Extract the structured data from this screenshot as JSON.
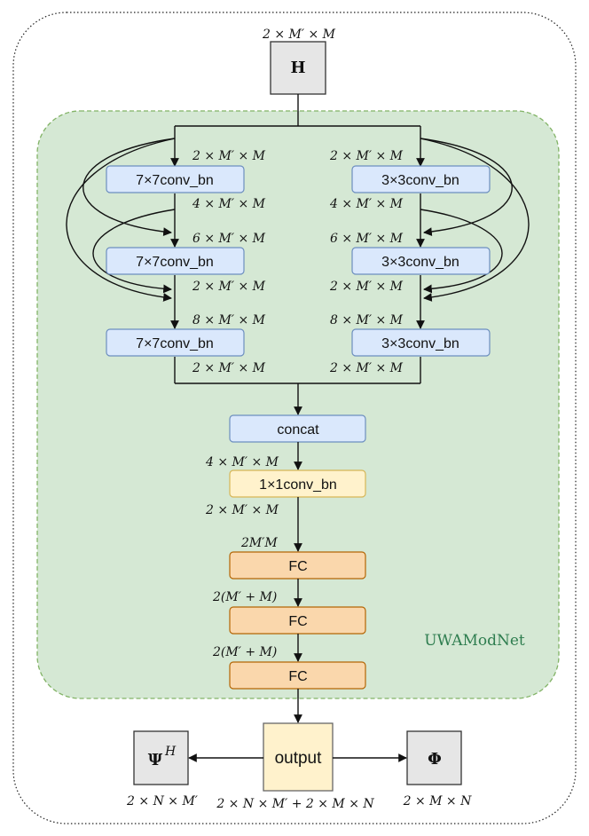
{
  "input": {
    "label": "H",
    "dim": "2 × M′ × M"
  },
  "network": {
    "label": "UWAModNet"
  },
  "left_branch": {
    "blocks": [
      "7×7conv_bn",
      "7×7conv_bn",
      "7×7conv_bn"
    ],
    "dims": [
      "2 × M′ × M",
      "4 × M′ × M",
      "6 × M′ × M",
      "2 × M′ × M",
      "8 × M′ × M",
      "2 × M′ × M"
    ]
  },
  "right_branch": {
    "blocks": [
      "3×3conv_bn",
      "3×3conv_bn",
      "3×3conv_bn"
    ],
    "dims": [
      "2 × M′ × M",
      "4 × M′ × M",
      "6 × M′ × M",
      "2 × M′ × M",
      "8 × M′ × M",
      "2 × M′ × M"
    ]
  },
  "concat": {
    "label": "concat",
    "out_dim": "4 × M′ × M"
  },
  "conv1x1": {
    "label": "1×1conv_bn",
    "out_dim": "2 × M′ × M"
  },
  "fc_layers": [
    {
      "label": "FC",
      "in_dim": "2M′M"
    },
    {
      "label": "FC",
      "in_dim": "2(M′ + M)"
    },
    {
      "label": "FC",
      "in_dim": "2(M′ + M)"
    }
  ],
  "output": {
    "label": "output",
    "dim": "2 × N × M′ + 2 × M × N"
  },
  "psi": {
    "label": "Ψ",
    "superscript": "H",
    "dim": "2 × N × M′"
  },
  "phi": {
    "label": "Φ",
    "dim": "2 × M × N"
  },
  "colors": {
    "green_region": "#d5e8d4",
    "green_border": "#82b366",
    "blue_block": "#dae8fc",
    "blue_border": "#6c8ebf",
    "yellow_block": "#fff2cc",
    "yellow_border": "#d6b656",
    "orange_block": "#fad7ac",
    "orange_border": "#b46504",
    "gray_block": "#e6e6e6",
    "gray_border": "#333333"
  }
}
